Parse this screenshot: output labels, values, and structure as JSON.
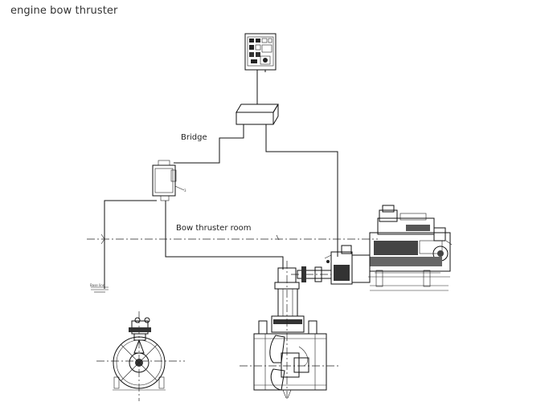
{
  "page": {
    "title": "engine bow thruster"
  },
  "labels": {
    "bridge": "Bridge",
    "bow_thruster_room": "Bow thruster room",
    "base_line": "Base line"
  },
  "components": {
    "bridge_control_panel": "control-panel",
    "junction_box": "junction-box",
    "room_panel": "local-panel",
    "engine": "diesel-engine",
    "thruster_unit": "thruster-unit",
    "thruster_front_view": "thruster-front-view"
  }
}
